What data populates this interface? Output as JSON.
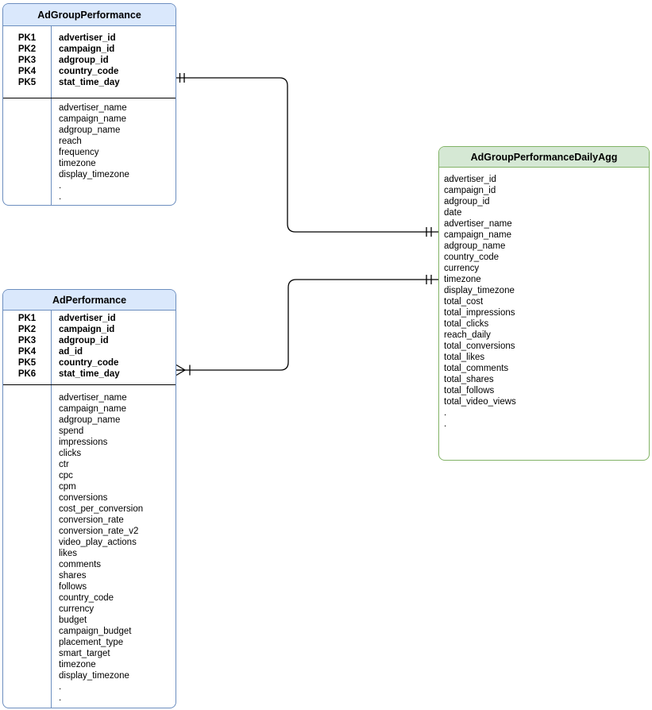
{
  "diagram": {
    "line_color": "#000000",
    "tables": [
      {
        "title": "AdGroupPerformance",
        "fill": "#dae8fc",
        "stroke": "#6c8ebf",
        "pk_rows": [
          {
            "key": "PK1",
            "field": "advertiser_id"
          },
          {
            "key": "PK2",
            "field": "campaign_id"
          },
          {
            "key": "PK3",
            "field": "adgroup_id"
          },
          {
            "key": "PK4",
            "field": "country_code"
          },
          {
            "key": "PK5",
            "field": "stat_time_day"
          }
        ],
        "fields": [
          "advertiser_name",
          "campaign_name",
          "adgroup_name",
          "reach",
          "frequency",
          "timezone",
          "display_timezone",
          ".",
          "."
        ]
      },
      {
        "title": "AdPerformance",
        "fill": "#dae8fc",
        "stroke": "#6c8ebf",
        "pk_rows": [
          {
            "key": "PK1",
            "field": "advertiser_id"
          },
          {
            "key": "PK2",
            "field": "campaign_id"
          },
          {
            "key": "PK3",
            "field": "adgroup_id"
          },
          {
            "key": "PK4",
            "field": "ad_id"
          },
          {
            "key": "PK5",
            "field": "country_code"
          },
          {
            "key": "PK6",
            "field": "stat_time_day"
          }
        ],
        "fields": [
          "advertiser_name",
          "campaign_name",
          "adgroup_name",
          "spend",
          "impressions",
          "clicks",
          "ctr",
          "cpc",
          "cpm",
          "conversions",
          "cost_per_conversion",
          "conversion_rate",
          "conversion_rate_v2",
          "video_play_actions",
          "likes",
          "comments",
          "shares",
          "follows",
          "country_code",
          "currency",
          "budget",
          "campaign_budget",
          "placement_type",
          "smart_target",
          "timezone",
          "display_timezone",
          ".",
          "."
        ]
      },
      {
        "title": "AdGroupPerformanceDailyAgg",
        "fill": "#d5e8d4",
        "stroke": "#82b366",
        "pk_rows": [],
        "fields": [
          "advertiser_id",
          "campaign_id",
          "adgroup_id",
          "date",
          "advertiser_name",
          "campaign_name",
          "adgroup_name",
          "country_code",
          "currency",
          "timezone",
          "display_timezone",
          "total_cost",
          "total_impressions",
          "total_clicks",
          "reach_daily",
          "total_conversions",
          "total_likes",
          "total_comments",
          "total_shares",
          "total_follows",
          "total_video_views",
          ".",
          "."
        ]
      }
    ],
    "relationships": [
      {
        "from_table": "AdGroupPerformance",
        "to_table": "AdGroupPerformanceDailyAgg",
        "from_cardinality": "one-and-only-one",
        "to_cardinality": "one-and-only-one"
      },
      {
        "from_table": "AdPerformance",
        "to_table": "AdGroupPerformanceDailyAgg",
        "from_cardinality": "one-or-many",
        "to_cardinality": "one-and-only-one"
      }
    ]
  }
}
